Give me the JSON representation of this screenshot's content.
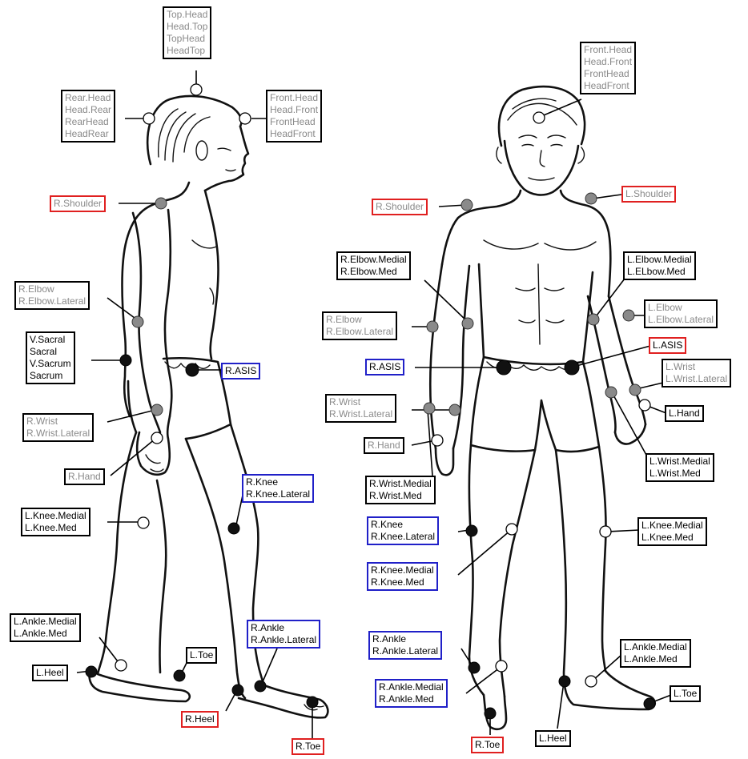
{
  "side_view": {
    "labels": {
      "top_head": [
        "Top.Head",
        "Head.Top",
        "TopHead",
        "HeadTop"
      ],
      "rear_head": [
        "Rear.Head",
        "Head.Rear",
        "RearHead",
        "HeadRear"
      ],
      "front_head": [
        "Front.Head",
        "Head.Front",
        "FrontHead",
        "HeadFront"
      ],
      "r_shoulder": [
        "R.Shoulder"
      ],
      "r_elbow": [
        "R.Elbow",
        "R.Elbow.Lateral"
      ],
      "v_sacral": [
        "V.Sacral",
        "Sacral",
        "V.Sacrum",
        "Sacrum"
      ],
      "r_asis": [
        "R.ASIS"
      ],
      "r_wrist": [
        "R.Wrist",
        "R.Wrist.Lateral"
      ],
      "r_hand": [
        "R.Hand"
      ],
      "r_knee": [
        "R.Knee",
        "R.Knee.Lateral"
      ],
      "l_knee_medial": [
        "L.Knee.Medial",
        "L.Knee.Med"
      ],
      "l_ankle_medial": [
        "L.Ankle.Medial",
        "L.Ankle.Med"
      ],
      "r_ankle": [
        "R.Ankle",
        "R.Ankle.Lateral"
      ],
      "l_toe": [
        "L.Toe"
      ],
      "l_heel": [
        "L.Heel"
      ],
      "r_heel": [
        "R.Heel"
      ],
      "r_toe": [
        "R.Toe"
      ]
    }
  },
  "front_view": {
    "labels": {
      "front_head": [
        "Front.Head",
        "Head.Front",
        "FrontHead",
        "HeadFront"
      ],
      "r_shoulder": [
        "R.Shoulder"
      ],
      "l_shoulder": [
        "L.Shoulder"
      ],
      "r_elbow_medial": [
        "R.Elbow.Medial",
        "R.Elbow.Med"
      ],
      "l_elbow_medial": [
        "L.Elbow.Medial",
        "L.ELbow.Med"
      ],
      "r_elbow": [
        "R.Elbow",
        "R.Elbow.Lateral"
      ],
      "l_elbow": [
        "L.Elbow",
        "L.Elbow.Lateral"
      ],
      "l_asis": [
        "L.ASIS"
      ],
      "r_asis": [
        "R.ASIS"
      ],
      "l_wrist": [
        "L.Wrist",
        "L.Wrist.Lateral"
      ],
      "r_wrist": [
        "R.Wrist",
        "R.Wrist.Lateral"
      ],
      "l_hand": [
        "L.Hand"
      ],
      "r_hand": [
        "R.Hand"
      ],
      "l_wrist_medial": [
        "L.Wrist.Medial",
        "L.Wrist.Med"
      ],
      "r_wrist_medial": [
        "R.Wrist.Medial",
        "R.Wrist.Med"
      ],
      "r_knee": [
        "R.Knee",
        "R.Knee.Lateral"
      ],
      "l_knee_medial": [
        "L.Knee.Medial",
        "L.Knee.Med"
      ],
      "r_knee_medial": [
        "R.Knee.Medial",
        "R.Knee.Med"
      ],
      "r_ankle": [
        "R.Ankle",
        "R.Ankle.Lateral"
      ],
      "l_ankle_medial": [
        "L.Ankle.Medial",
        "L.Ankle.Med"
      ],
      "r_ankle_medial": [
        "R.Ankle.Medial",
        "R.Ankle.Med"
      ],
      "l_toe": [
        "L.Toe"
      ],
      "r_toe": [
        "R.Toe"
      ],
      "l_heel": [
        "L.Heel"
      ]
    }
  },
  "colors": {
    "black_box": "#000000",
    "red_box": "#e02020",
    "blue_box": "#2020c8",
    "grey_text": "#8a8a8a"
  }
}
